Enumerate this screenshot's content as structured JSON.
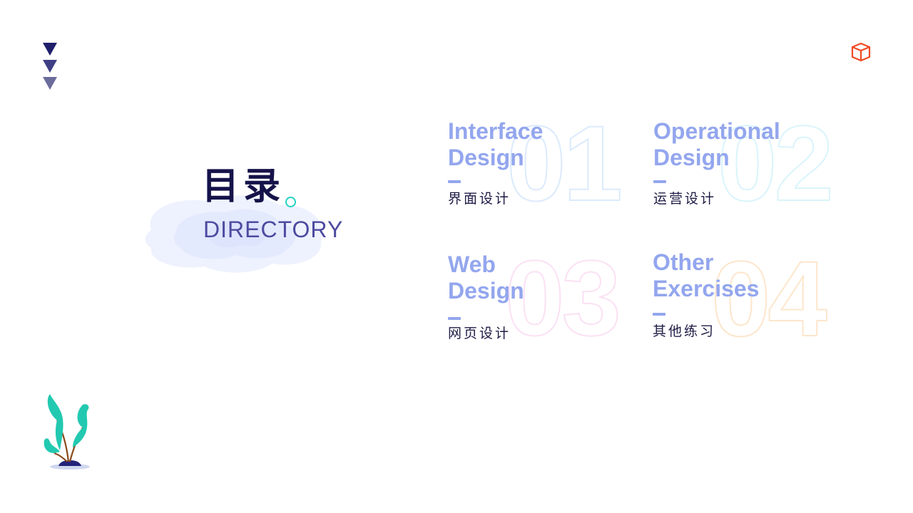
{
  "title": {
    "zh": "目录",
    "en": "DIRECTORY"
  },
  "colors": {
    "heading": "#93a6ee",
    "title_zh": "#16134a",
    "title_en": "#4d4aa0",
    "accent_dot": "#22d3c5",
    "cube": "#f04a24",
    "triangle_1": "#1f1f6b",
    "triangle_2": "#3f3f85",
    "triangle_3": "#6c6c9c",
    "plant_leaf": "#22c9b0",
    "plant_pot": "#24237a",
    "num_01": "#dbeafc",
    "num_02": "#d9f4fb",
    "num_03": "#fbe0f4",
    "num_04": "#fde6cc"
  },
  "icons": {
    "top_left": "triangle-stack-icon",
    "top_right": "cube-icon",
    "bottom_left": "plant-icon"
  },
  "items": [
    {
      "num": "01",
      "heading": "Interface\nDesign",
      "subtitle": "界面设计"
    },
    {
      "num": "02",
      "heading": "Operational\nDesign",
      "subtitle": "运营设计"
    },
    {
      "num": "03",
      "heading": "Web\nDesign",
      "subtitle": "网页设计"
    },
    {
      "num": "04",
      "heading": "Other\nExercises",
      "subtitle": "其他练习"
    }
  ]
}
